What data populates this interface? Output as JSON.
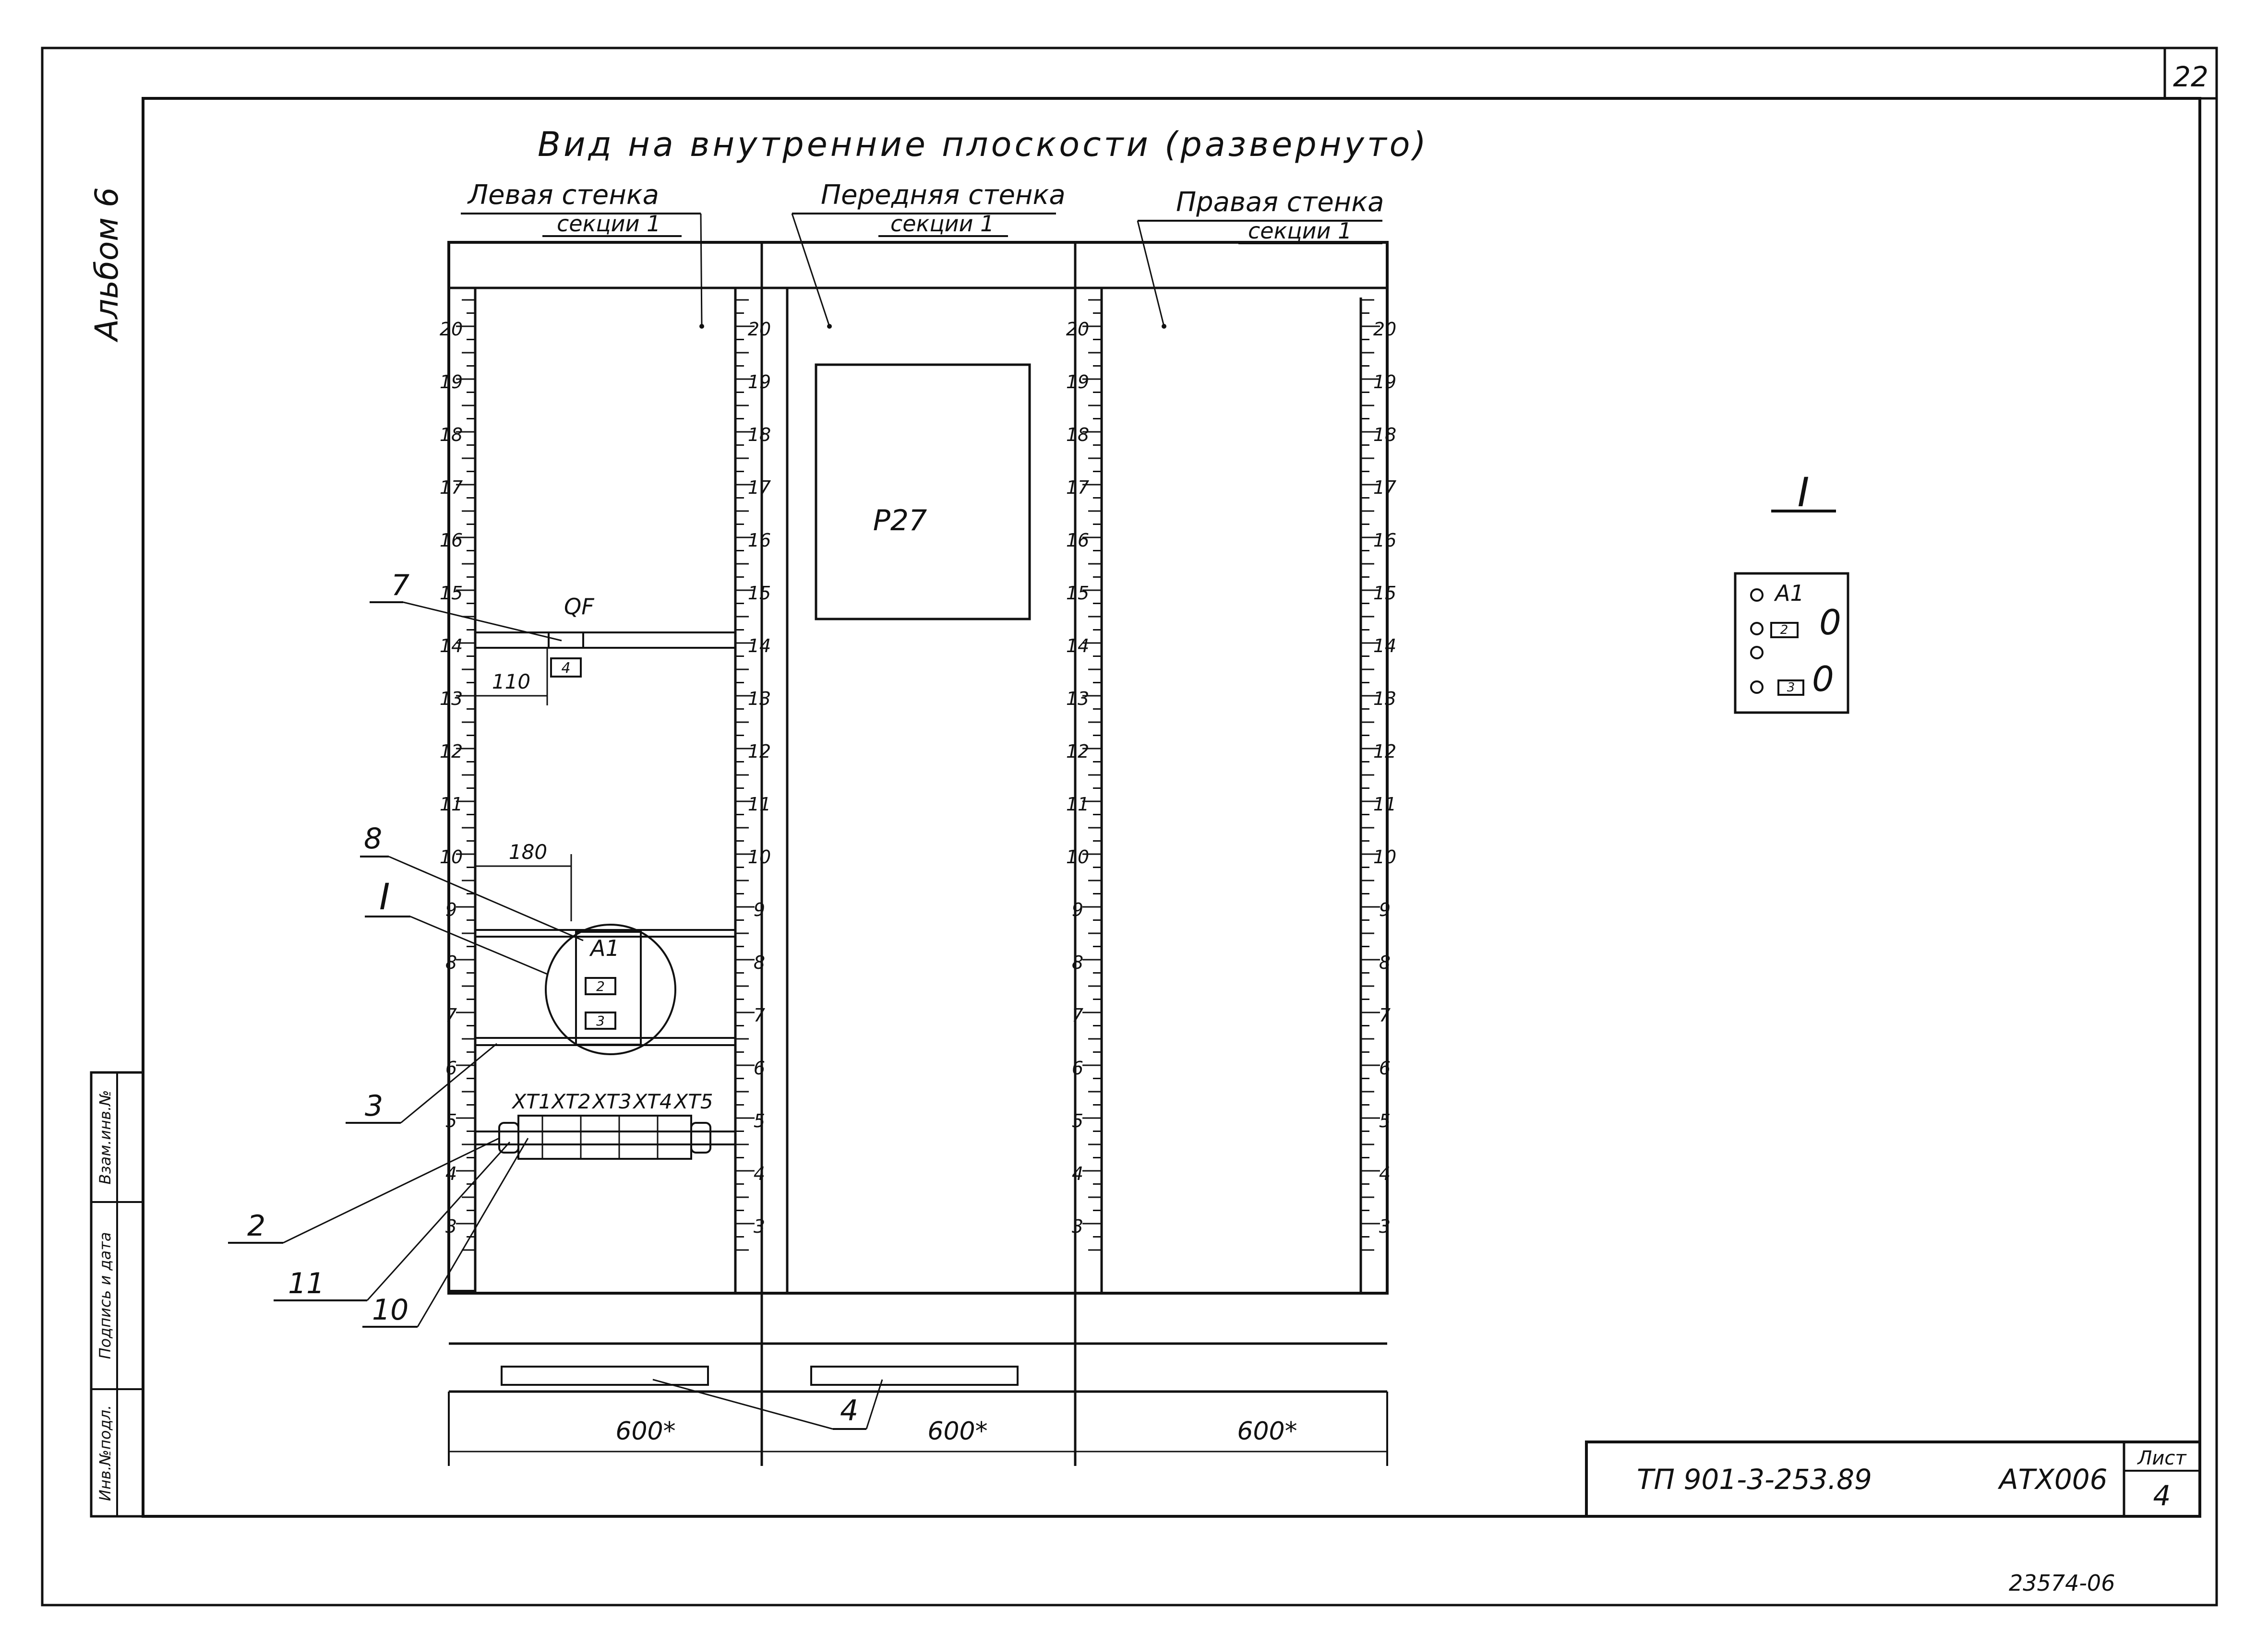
{
  "sheet": {
    "page_number": "22",
    "album": "Альбом 6",
    "bottom_code": "23574-06"
  },
  "title_block": {
    "document_code": "ТП 901-3-253.89",
    "mark": "АТХ006",
    "sheet_label": "Лист",
    "sheet_number": "4"
  },
  "side_stamp": [
    "Инв.№подл.",
    "Подпись и дата",
    "Взам.инв.№"
  ],
  "view": {
    "title": "Вид на внутренние плоскости (развернуто)",
    "panels": [
      {
        "name": "Левая стенка",
        "sub": "секции 1"
      },
      {
        "name": "Передняя стенка",
        "sub": "секции 1"
      },
      {
        "name": "Правая стенка",
        "sub": "секции 1"
      }
    ],
    "device_box": "Р27",
    "qf_label": "QF",
    "qf_item": "4",
    "dim_110": "110",
    "dim_180": "180",
    "a1_label": "А1",
    "a1_items": [
      "2",
      "3"
    ],
    "terminals": [
      "ХТ1",
      "ХТ2",
      "ХТ3",
      "ХТ4",
      "ХТ5"
    ],
    "widths": [
      "600*",
      "600*",
      "600*"
    ],
    "callouts": {
      "c7": "7",
      "c8": "8",
      "cI": "I",
      "c3": "3",
      "c2": "2",
      "c11": "11",
      "c10": "10",
      "c4": "4"
    }
  },
  "ruler_numbers": [
    "3",
    "4",
    "5",
    "6",
    "7",
    "8",
    "9",
    "10",
    "11",
    "12",
    "13",
    "14",
    "15",
    "16",
    "17",
    "18",
    "19",
    "20"
  ],
  "detail_I": {
    "title": "I",
    "label": "А1",
    "items": [
      "2",
      "3"
    ],
    "zeros": [
      "0",
      "0"
    ]
  }
}
